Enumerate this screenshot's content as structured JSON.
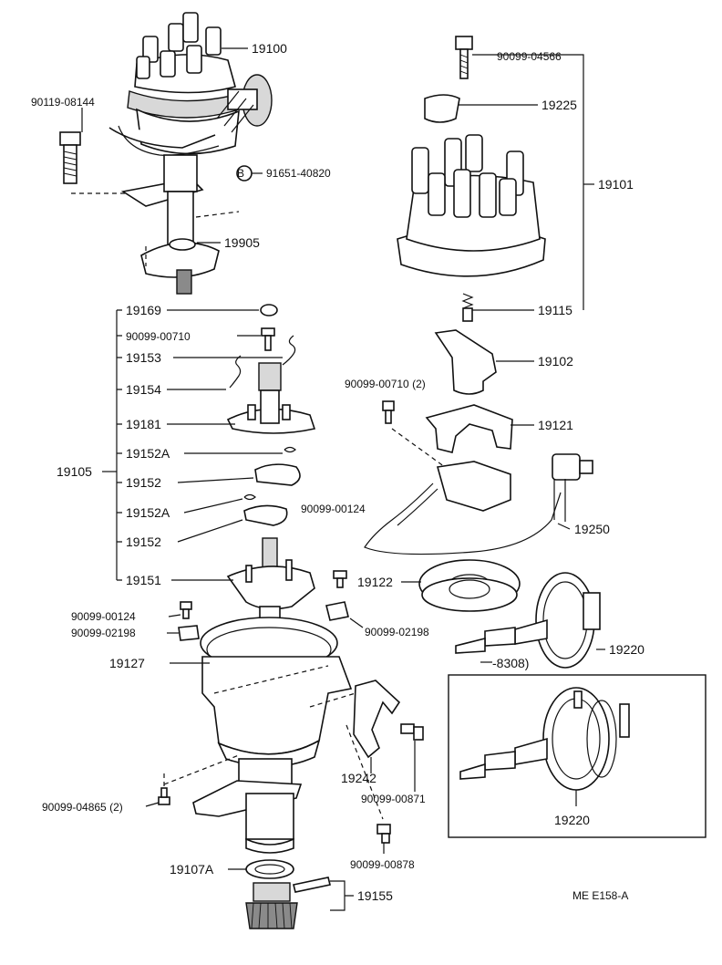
{
  "labels": {
    "p19100": "19100",
    "p90119_08144": "90119-08144",
    "p91651_40820": "91651-40820",
    "circle_b": "B",
    "p19905": "19905",
    "p19169": "19169",
    "p90099_00710a": "90099-00710",
    "p19153": "19153",
    "p19154": "19154",
    "p19181": "19181",
    "p19152A_1": "19152A",
    "p19105": "19105",
    "p19152_1": "19152",
    "p19152A_2": "19152A",
    "p19152_2": "19152",
    "p19151": "19151",
    "p90099_00124a": "90099-00124",
    "p90099_02198a": "90099-02198",
    "p19127": "19127",
    "p90099_04865": "90099-04865 (2)",
    "p19107A": "19107A",
    "p19155": "19155",
    "p90099_04566": "90099-04566",
    "p19225": "19225",
    "p19101": "19101",
    "p19115": "19115",
    "p19102": "19102",
    "p90099_00710b": "90099-00710 (2)",
    "p19121": "19121",
    "p90099_00124b": "90099-00124",
    "p19250": "19250",
    "p19122": "19122",
    "p90099_02198b": "90099-02198",
    "p19220a": "19220",
    "p8308": "-8308)",
    "p19242": "19242",
    "p90099_00871": "90099-00871",
    "p90099_00878": "90099-00878",
    "p19220b": "19220",
    "code": "ME E158-A"
  }
}
